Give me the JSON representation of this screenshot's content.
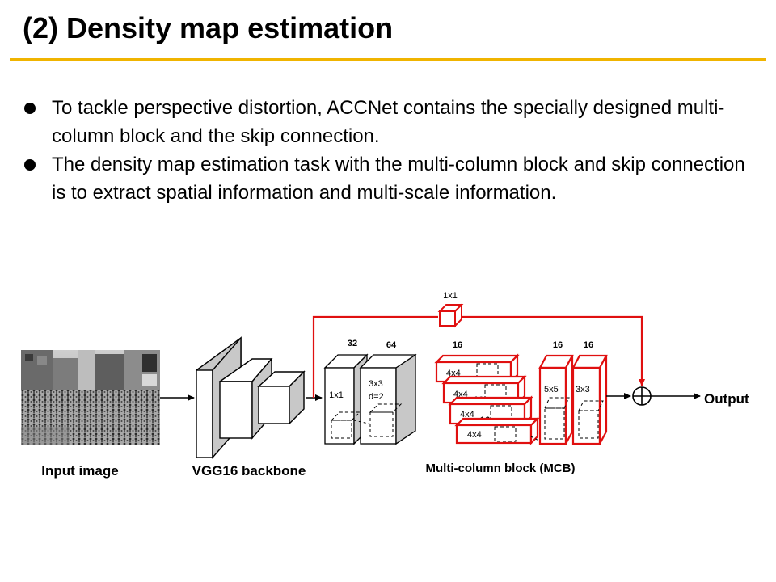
{
  "slide": {
    "title": "(2) Density map estimation",
    "bullets": [
      "To tackle perspective distortion, ACCNet contains the specially designed multi-column block and the skip connection.",
      "The density map estimation task with the multi-column block and skip connection is to extract spatial information and multi-scale information."
    ]
  },
  "diagram": {
    "colors": {
      "accent": "#e01010",
      "gold": "#f0b400"
    },
    "input_label": "Input image",
    "backbone_label": "VGG16 backbone",
    "mcb_label": "Multi-column block (MCB)",
    "output_label": "Output",
    "skip_kernel": "1x1",
    "conv1": {
      "channels": "32",
      "kernel": "1x1"
    },
    "conv2": {
      "channels": "64",
      "kernel": "3x3",
      "dilation": "d=2"
    },
    "multi_channels": "16",
    "multi_kernels": [
      "4x4",
      "4x4",
      "4x4",
      "4x4"
    ],
    "multi_layer_channels": [
      "16",
      "16",
      "16"
    ],
    "col5": {
      "channels": "16",
      "kernel": "5x5"
    },
    "col3": {
      "channels": "16",
      "kernel": "3x3"
    }
  }
}
